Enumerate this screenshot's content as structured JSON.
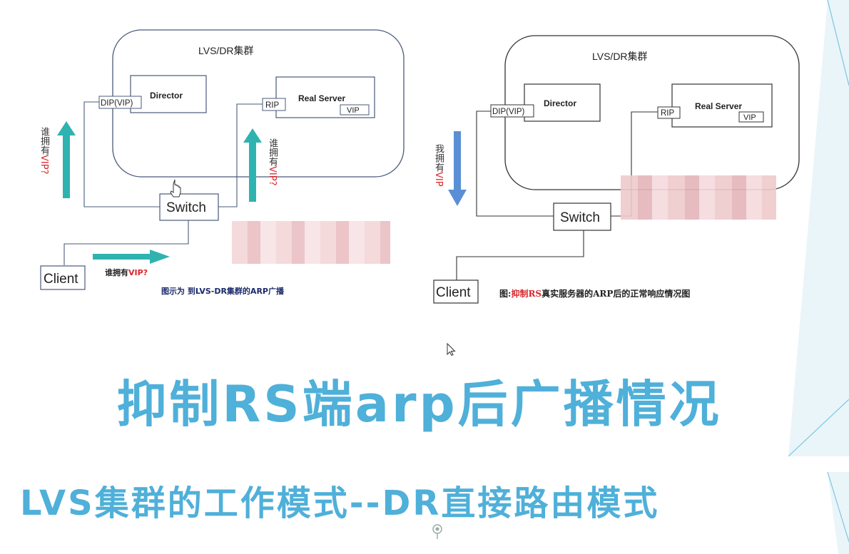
{
  "left_diagram": {
    "cluster_title": "LVS/DR集群",
    "director_label": "Director",
    "dip_label": "DIP(VIP)",
    "real_server_label": "Real Server",
    "vip_label": "VIP",
    "rip_label": "RIP",
    "switch_label": "Switch",
    "client_label": "Client",
    "question_left_prefix": "谁拥有",
    "question_left_vip": "VIP?",
    "question_right_prefix": "谁拥有",
    "question_right_vip": "VIP?",
    "client_question_prefix": "谁拥有",
    "client_question_vip": "VIP?",
    "caption": "图示为 到LVS-DR集群的ARP广播"
  },
  "right_diagram": {
    "cluster_title": "LVS/DR集群",
    "director_label": "Director",
    "dip_label": "DIP(VIP)",
    "real_server_label": "Real Server",
    "vip_label": "VIP",
    "rip_label": "RIP",
    "switch_label": "Switch",
    "client_label": "Client",
    "arrow_text_prefix": "我拥有",
    "arrow_text_vip": "VIP",
    "caption_prefix": "图:",
    "caption_highlight": "抑制RS",
    "caption_suffix": "真实服务器的ARP后的正常响应情况图"
  },
  "headline": "抑制RS端arp后广播情况",
  "subheadline": "LVS集群的工作模式--DR直接路由模式",
  "colors": {
    "accent_blue": "#4fb0d9",
    "arrow_teal": "#2fb3b0",
    "arrow_blue": "#5a8fd6",
    "vip_red": "#d9262b"
  },
  "icons": [
    "hand-cursor-icon",
    "arrow-cursor-icon",
    "target-icon"
  ]
}
